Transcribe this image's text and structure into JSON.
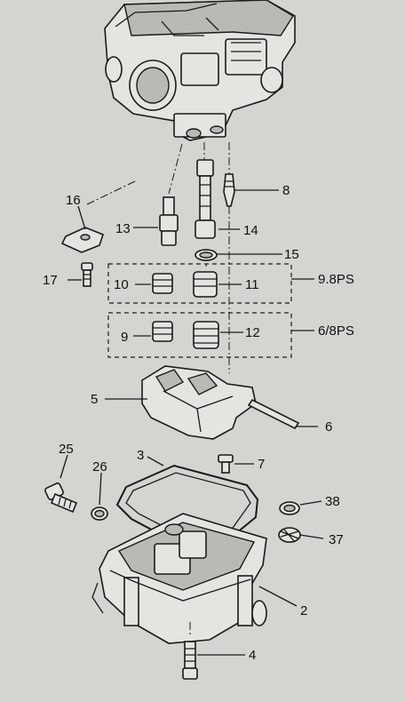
{
  "diagram": {
    "callouts": {
      "c2": "2",
      "c3": "3",
      "c4": "4",
      "c5": "5",
      "c6": "6",
      "c7": "7",
      "c8": "8",
      "c9": "9",
      "c10": "10",
      "c11": "11",
      "c12": "12",
      "c13": "13",
      "c14": "14",
      "c15": "15",
      "c16": "16",
      "c17": "17",
      "c25": "25",
      "c26": "26",
      "c37": "37",
      "c38": "38"
    },
    "groups": {
      "upper": "9.8PS",
      "lower": "6/8PS"
    }
  }
}
